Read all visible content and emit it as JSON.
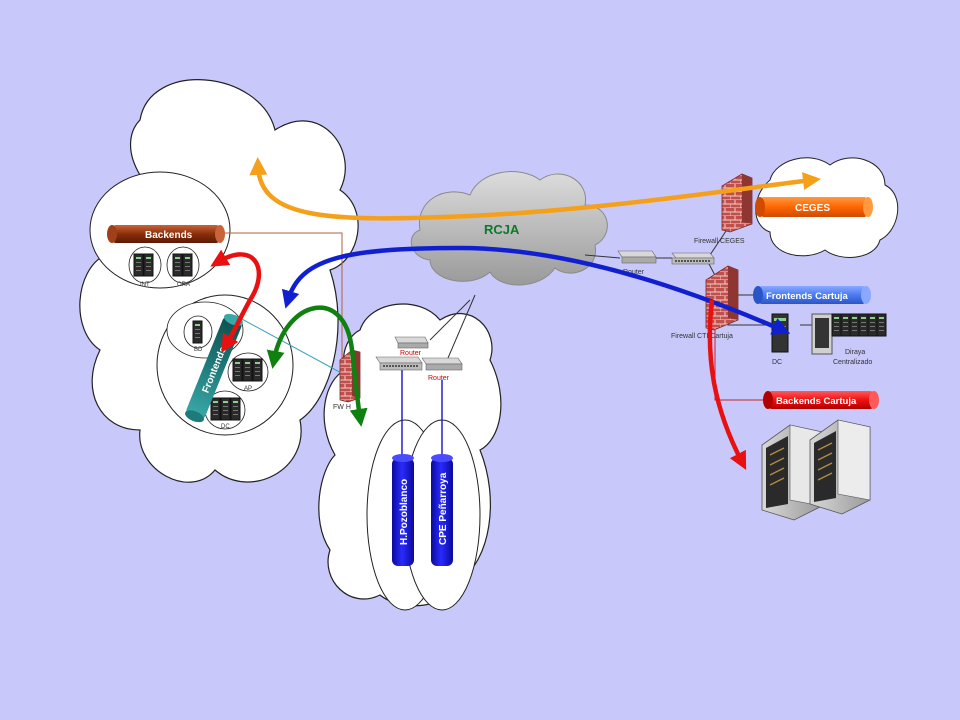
{
  "labels": {
    "backends": "Backends",
    "frontends": "Frontends",
    "rcja": "RCJA",
    "fw_h": "FW H",
    "router_a": "Router",
    "router_b": "Router",
    "router_right": "Router",
    "h_pozoblanco": "H.Pozoblanco",
    "cpe_penarroya": "CPE Peñarroya",
    "ceges": "CEGES",
    "firewall_ceges": "Firewall  CEGES",
    "frontends_cartuja": "Frontends Cartuja",
    "firewall_cti_cartuja": "Firewall  CTI Cartuja",
    "dc": "DC",
    "diraya_1": "Diraya",
    "diraya_2": "Centralizado",
    "backends_cartuja": "Backends Cartuja",
    "server_int": "INT",
    "server_ora": "ORA",
    "server_bd": "BD",
    "server_ap": "AP",
    "server_dc": "DC"
  },
  "colors": {
    "background": "#c8c8fa",
    "backends_pipe": "#8b2e0a",
    "frontends_pipe": "#1f7b7b",
    "hospital_pipe": "#1010e0",
    "ceges_pipe": "#ff6600",
    "frontends_cartuja_pipe": "#4a7cf0",
    "backends_cartuja_pipe": "#ee1111",
    "arrow_orange": "#f5a01a",
    "arrow_blue": "#1020d0",
    "arrow_red": "#e81010",
    "arrow_green": "#108010",
    "firewall": "#c0504d",
    "router_label": "#cc0000"
  }
}
